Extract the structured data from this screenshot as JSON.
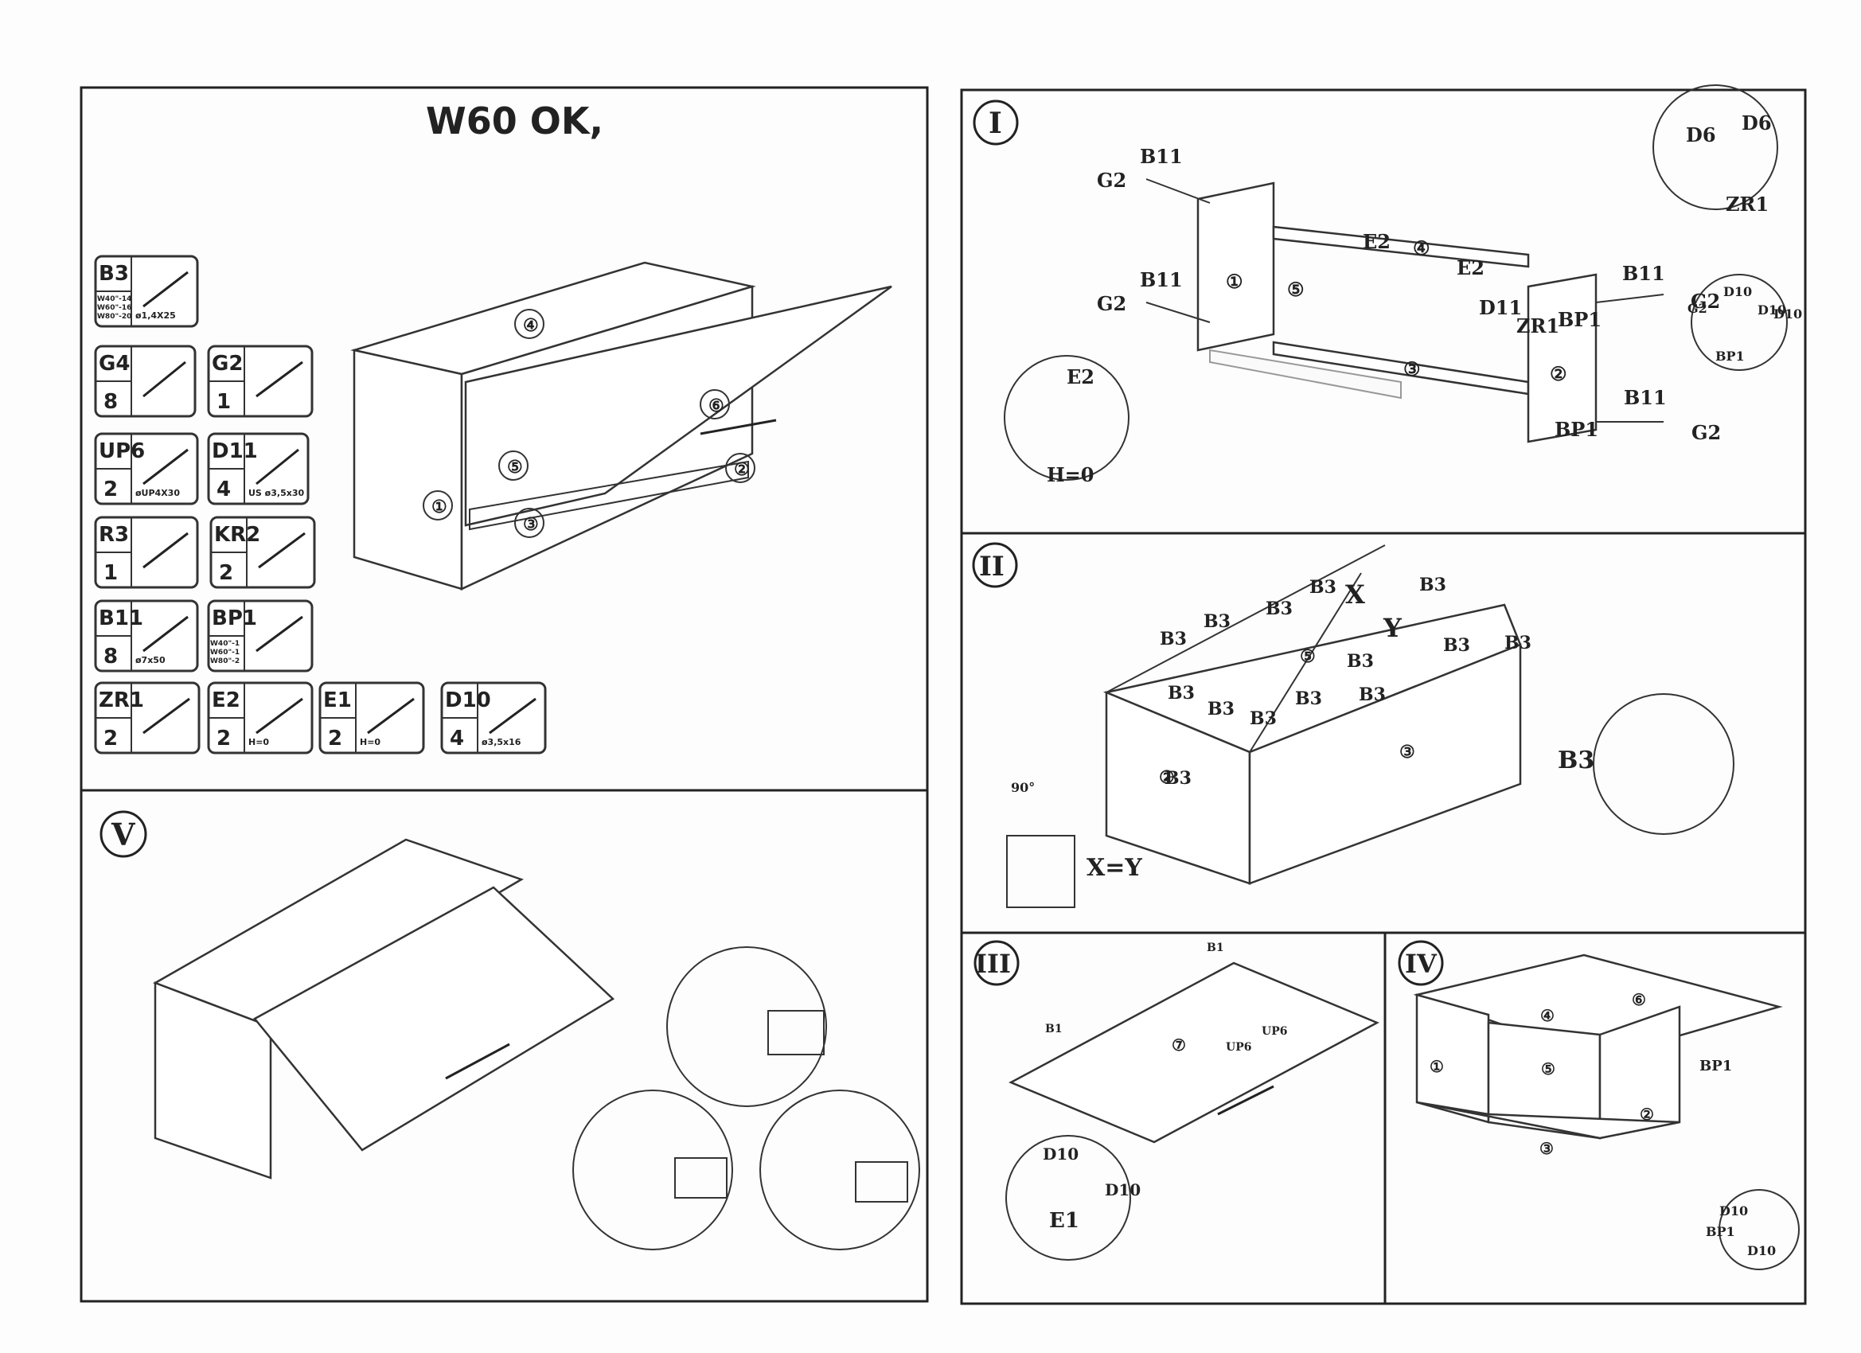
{
  "title": "W60 OK,",
  "sections": {
    "v": "V",
    "i": "I",
    "ii": "II",
    "iii": "III",
    "iv": "IV"
  },
  "parts": [
    {
      "code": "B3",
      "qty": "",
      "note": "W40\"-14 W60\"-16 W80\"-20",
      "size": "ø1,4X25"
    },
    {
      "code": "G4",
      "qty": "8",
      "note": "",
      "size": ""
    },
    {
      "code": "G2",
      "qty": "1",
      "note": "",
      "size": ""
    },
    {
      "code": "UP6",
      "qty": "2",
      "note": "",
      "size": "øUP4X30"
    },
    {
      "code": "D11",
      "qty": "4",
      "note": "",
      "size": "US ø3,5x30"
    },
    {
      "code": "R3",
      "qty": "1",
      "note": "",
      "size": ""
    },
    {
      "code": "KR2",
      "qty": "2",
      "note": "",
      "size": ""
    },
    {
      "code": "B11",
      "qty": "8",
      "note": "",
      "size": "ø7x50"
    },
    {
      "code": "BP1",
      "qty": "",
      "note": "W40\"-1 W60\"-1 W80\"-2",
      "size": ""
    },
    {
      "code": "ZR1",
      "qty": "2",
      "note": "",
      "size": ""
    },
    {
      "code": "E2",
      "qty": "2",
      "note": "",
      "size": "H=0"
    },
    {
      "code": "E1",
      "qty": "2",
      "note": "",
      "size": "H=0"
    },
    {
      "code": "D10",
      "qty": "4",
      "note": "",
      "size": "ø3,5x16"
    }
  ],
  "main_numbers": [
    "④",
    "⑥",
    "⑤",
    "②",
    "①",
    "③"
  ],
  "step_i": {
    "labels": [
      "B11",
      "G2",
      "B11",
      "G2",
      "E2",
      "④",
      "E2",
      "D11",
      "ZR1",
      "BP1",
      "⑤",
      "①",
      "③",
      "②",
      "B11",
      "G2",
      "B11",
      "BP1",
      "G2",
      "D6",
      "D6",
      "ZR1",
      "D10",
      "D10",
      "G2",
      "D10",
      "BP1",
      "E2",
      "H=0"
    ]
  },
  "step_ii": {
    "labels": [
      "B3",
      "X",
      "B3",
      "B3",
      "B3",
      "B3",
      "Y",
      "B3",
      "B3",
      "B3",
      "⑤",
      "B3",
      "B3",
      "B3",
      "B3",
      "B3",
      "B3",
      "②",
      "③",
      "B3",
      "90°",
      "X=Y"
    ]
  },
  "step_iii": {
    "labels": [
      "B1",
      "B1",
      "⑦",
      "UP6",
      "UP6",
      "D10",
      "D10",
      "E1"
    ]
  },
  "step_iv": {
    "labels": [
      "⑥",
      "④",
      "①",
      "⑤",
      "②",
      "③",
      "BP1",
      "D10",
      "BP1",
      "D10"
    ]
  }
}
